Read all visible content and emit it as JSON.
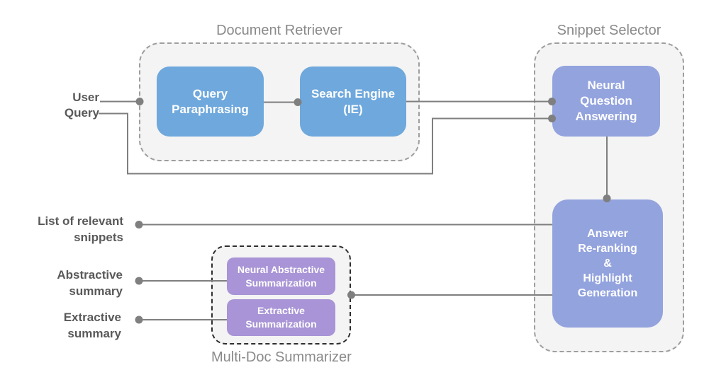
{
  "colors": {
    "node-blue": "#6FA8DC",
    "node-periwinkle": "#93A3DE",
    "node-purple": "#A894D6",
    "connector": "#7F7F7F",
    "label-text": "#595959",
    "group-title": "#8A8A8A",
    "group-fill": "#F4F4F4",
    "group-border": "#9E9E9E",
    "group-border-dark": "#2E2E2E",
    "canvas-bg": "#FFFFFF"
  },
  "groups": {
    "document_retriever": {
      "title": "Document Retriever"
    },
    "snippet_selector": {
      "title": "Snippet Selector"
    },
    "multi_doc_summarizer": {
      "title": "Multi-Doc Summarizer"
    }
  },
  "nodes": {
    "query_paraphrasing": {
      "label": "Query\nParaphrasing"
    },
    "search_engine": {
      "label": "Search Engine\n(IE)"
    },
    "neural_question_answering": {
      "label": "Neural\nQuestion\nAnswering"
    },
    "answer_reranking": {
      "label": "Answer\nRe-ranking\n&\nHighlight\nGeneration"
    },
    "neural_abstractive_summarization": {
      "label": "Neural Abstractive\nSummarization"
    },
    "extractive_summarization": {
      "label": "Extractive\nSummarization"
    }
  },
  "io_labels": {
    "user_query": {
      "label": "User\nQuery"
    },
    "list_of_relevant_snippets": {
      "label": "List of relevant\nsnippets"
    },
    "abstractive_summary": {
      "label": "Abstractive\nsummary"
    },
    "extractive_summary": {
      "label": "Extractive\nsummary"
    }
  }
}
